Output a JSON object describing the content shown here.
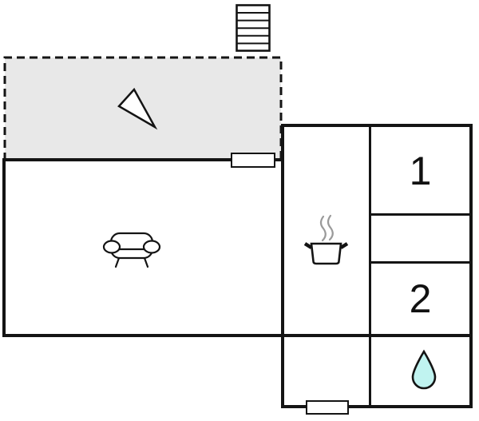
{
  "colors": {
    "wall": "#141414",
    "background": "#ffffff",
    "terrace_fill": "#e8e8e8",
    "water_drop_fill": "#c0f3f0",
    "steam": "#9a9a9a",
    "text": "#111111"
  },
  "rooms": {
    "bedroom_1": {
      "label": "1"
    },
    "bedroom_2": {
      "label": "2"
    }
  },
  "icons": {
    "staircase": "outdoor-stairs",
    "direction_triangle": "direction-pointer",
    "sofa": "living-room-sofa",
    "cooking_pot": "kitchen-steaming-pot",
    "water_drop": "bathroom-water-drop"
  }
}
